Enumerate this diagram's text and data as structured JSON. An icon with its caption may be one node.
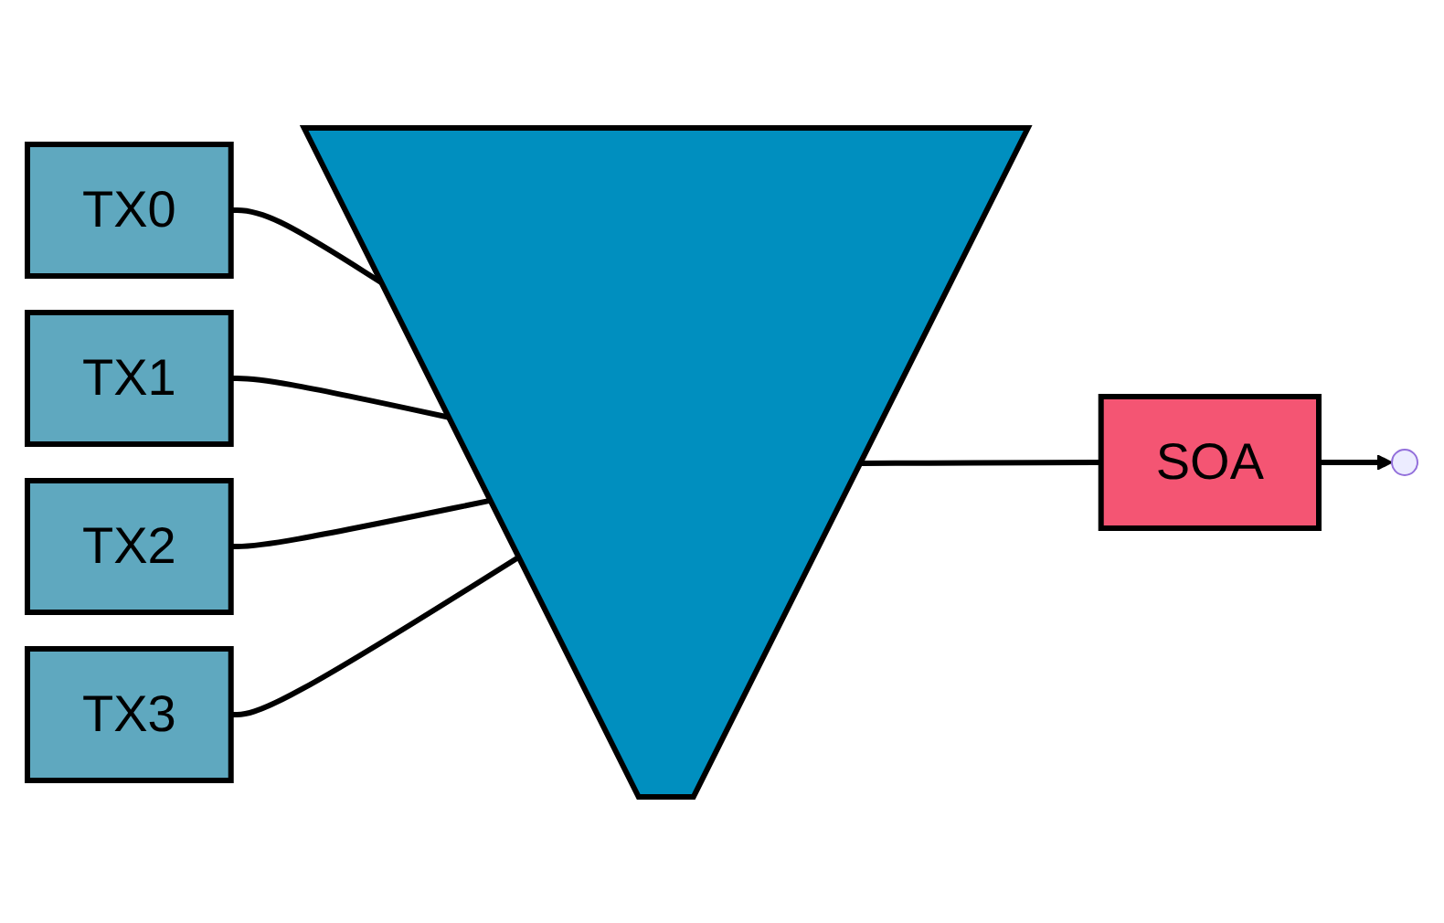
{
  "diagram": {
    "nodes": [
      {
        "text": [
          "TX0"
        ]
      },
      {
        "text": [
          "TX1"
        ]
      },
      {
        "text": [
          "TX2"
        ]
      },
      {
        "text": [
          "TX3"
        ]
      },
      {
        "text": [],
        "shape": "trapezoid"
      },
      {
        "text": [
          "SOA"
        ]
      }
    ],
    "edges": [
      {
        "from": 0,
        "to": 4,
        "arrow": "none"
      },
      {
        "from": 1,
        "to": 4,
        "arrow": "none"
      },
      {
        "from": 2,
        "to": 4,
        "arrow": "none"
      },
      {
        "from": 3,
        "to": 4,
        "arrow": "none"
      },
      {
        "from": 4,
        "to": 5,
        "arrow": "none"
      },
      {
        "from": 5,
        "to": null,
        "arrow": "to"
      }
    ]
  }
}
